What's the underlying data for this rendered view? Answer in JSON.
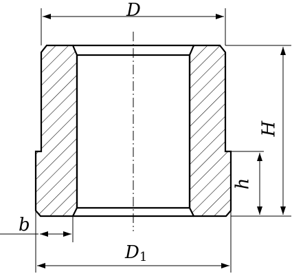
{
  "labels": {
    "outer_diameter": "D",
    "base_diameter_main": "D",
    "base_diameter_sub": "1",
    "height": "H",
    "step_height": "h",
    "chamfer": "b"
  },
  "colors": {
    "line": "#000000",
    "background": "#ffffff"
  }
}
